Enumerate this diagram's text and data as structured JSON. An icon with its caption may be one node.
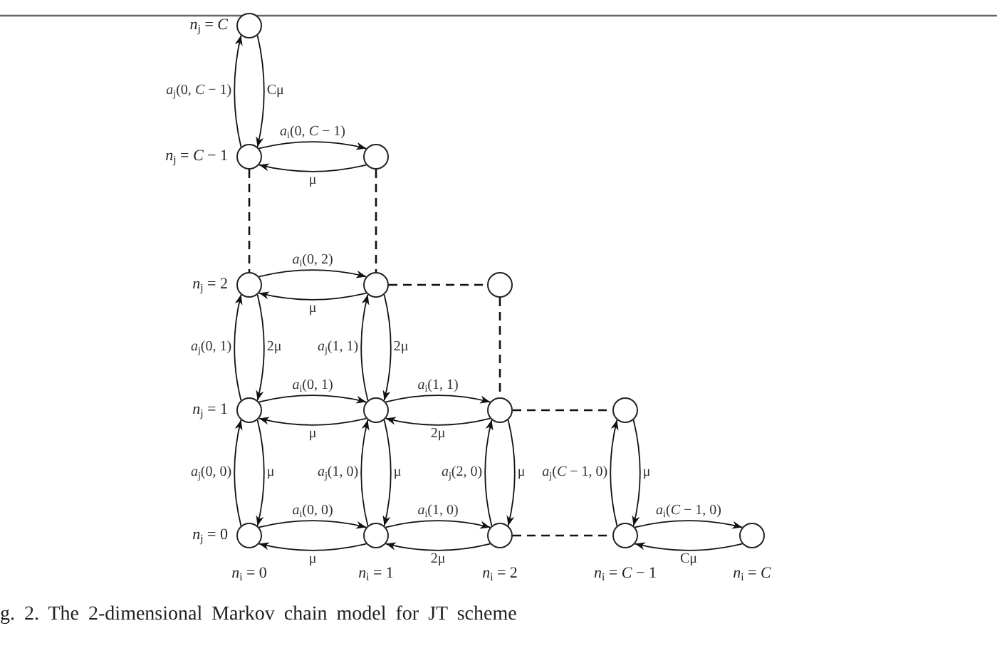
{
  "diagram": {
    "caption": "g. 2. The 2-dimensional Markov chain model for JT scheme",
    "nodes": [
      {
        "text": [],
        "shape": "circle"
      },
      {
        "text": [],
        "shape": "circle"
      },
      {
        "text": [],
        "shape": "circle"
      },
      {
        "text": [],
        "shape": "circle"
      },
      {
        "text": [],
        "shape": "circle"
      },
      {
        "text": [],
        "shape": "circle"
      },
      {
        "text": [],
        "shape": "circle"
      },
      {
        "text": [],
        "shape": "circle"
      },
      {
        "text": [],
        "shape": "circle"
      },
      {
        "text": [],
        "shape": "circle"
      },
      {
        "text": [],
        "shape": "circle"
      },
      {
        "text": [],
        "shape": "circle"
      },
      {
        "text": [],
        "shape": "circle"
      },
      {
        "text": [],
        "shape": "circle"
      },
      {
        "text": [],
        "shape": "circle"
      }
    ],
    "edges": [
      {
        "from": 1,
        "to": 0,
        "arrow": "to",
        "label": "*a*$_{j}$(0, *C* − 1)"
      },
      {
        "from": 0,
        "to": 1,
        "arrow": "to",
        "label": "Cμ"
      },
      {
        "from": 1,
        "to": 2,
        "arrow": "to",
        "label": "*a*$_{i}$(0, *C* − 1)"
      },
      {
        "from": 2,
        "to": 1,
        "arrow": "to",
        "label": "μ"
      },
      {
        "from": 1,
        "to": 3,
        "arrow": "none",
        "style": "dashed"
      },
      {
        "from": 2,
        "to": 4,
        "arrow": "none",
        "style": "dashed"
      },
      {
        "from": 3,
        "to": 4,
        "arrow": "to",
        "label": "*a*$_{i}$(0, 2)"
      },
      {
        "from": 4,
        "to": 3,
        "arrow": "to",
        "label": "μ"
      },
      {
        "from": 4,
        "to": 5,
        "arrow": "none",
        "style": "dashed"
      },
      {
        "from": 6,
        "to": 3,
        "arrow": "to",
        "label": "*a*$_{j}$(0, 1)"
      },
      {
        "from": 3,
        "to": 6,
        "arrow": "to",
        "label": "2μ"
      },
      {
        "from": 7,
        "to": 4,
        "arrow": "to",
        "label": "*a*$_{j}$(1, 1)"
      },
      {
        "from": 4,
        "to": 7,
        "arrow": "to",
        "label": "2μ"
      },
      {
        "from": 5,
        "to": 8,
        "arrow": "none",
        "style": "dashed"
      },
      {
        "from": 6,
        "to": 7,
        "arrow": "to",
        "label": "*a*$_{i}$(0, 1)"
      },
      {
        "from": 7,
        "to": 6,
        "arrow": "to",
        "label": "μ"
      },
      {
        "from": 7,
        "to": 8,
        "arrow": "to",
        "label": "*a*$_{i}$(1, 1)"
      },
      {
        "from": 8,
        "to": 7,
        "arrow": "to",
        "label": "2μ"
      },
      {
        "from": 8,
        "to": 9,
        "arrow": "none",
        "style": "dashed"
      },
      {
        "from": 10,
        "to": 6,
        "arrow": "to",
        "label": "*a*$_{j}$(0, 0)"
      },
      {
        "from": 6,
        "to": 10,
        "arrow": "to",
        "label": "μ"
      },
      {
        "from": 11,
        "to": 7,
        "arrow": "to",
        "label": "*a*$_{j}$(1, 0)"
      },
      {
        "from": 7,
        "to": 11,
        "arrow": "to",
        "label": "μ"
      },
      {
        "from": 12,
        "to": 8,
        "arrow": "to",
        "label": "*a*$_{j}$(2, 0)"
      },
      {
        "from": 8,
        "to": 12,
        "arrow": "to",
        "label": "μ"
      },
      {
        "from": 13,
        "to": 9,
        "arrow": "to",
        "label": "*a*$_{j}$(*C* − 1, 0)"
      },
      {
        "from": 9,
        "to": 13,
        "arrow": "to",
        "label": "μ"
      },
      {
        "from": 10,
        "to": 11,
        "arrow": "to",
        "label": "*a*$_{i}$(0, 0)"
      },
      {
        "from": 11,
        "to": 10,
        "arrow": "to",
        "label": "μ"
      },
      {
        "from": 11,
        "to": 12,
        "arrow": "to",
        "label": "*a*$_{i}$(1, 0)"
      },
      {
        "from": 12,
        "to": 11,
        "arrow": "to",
        "label": "2μ"
      },
      {
        "from": 12,
        "to": 13,
        "arrow": "none",
        "style": "dashed"
      },
      {
        "from": 13,
        "to": 14,
        "arrow": "to",
        "label": "*a*$_{i}$(*C* − 1, 0)"
      },
      {
        "from": 14,
        "to": 13,
        "arrow": "to",
        "label": "Cμ"
      }
    ],
    "labels": [
      "*n*$_{j}$ = *C*",
      "*n*$_{j}$ = *C* − 1",
      "*n*$_{j}$ = 2",
      "*n*$_{j}$ = 1",
      "*n*$_{j}$ = 0",
      "*n*$_{i}$ = 0",
      "*n*$_{i}$ = 1",
      "*n*$_{i}$ = 2",
      "*n*$_{i}$ = *C* − 1",
      "*n*$_{i}$ = *C*"
    ]
  }
}
